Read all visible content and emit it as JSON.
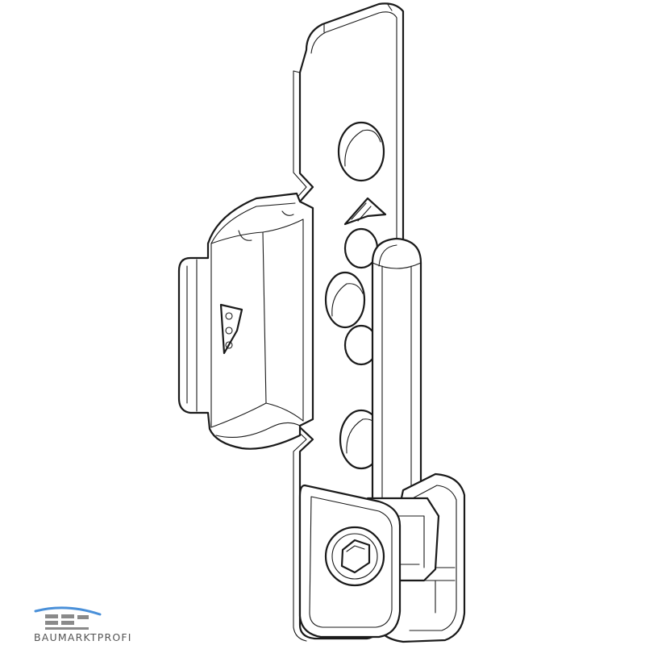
{
  "figure": {
    "watermark": {
      "text": "BAUMARKTPROFI",
      "color_text": "#555555",
      "color_roof": "#4a90d9",
      "color_bricks": "#8a8a8a"
    },
    "parts": [
      "main-plate",
      "clip-bracket",
      "hinge-pin",
      "hinge-bearing-block",
      "hex-socket-screw"
    ]
  }
}
